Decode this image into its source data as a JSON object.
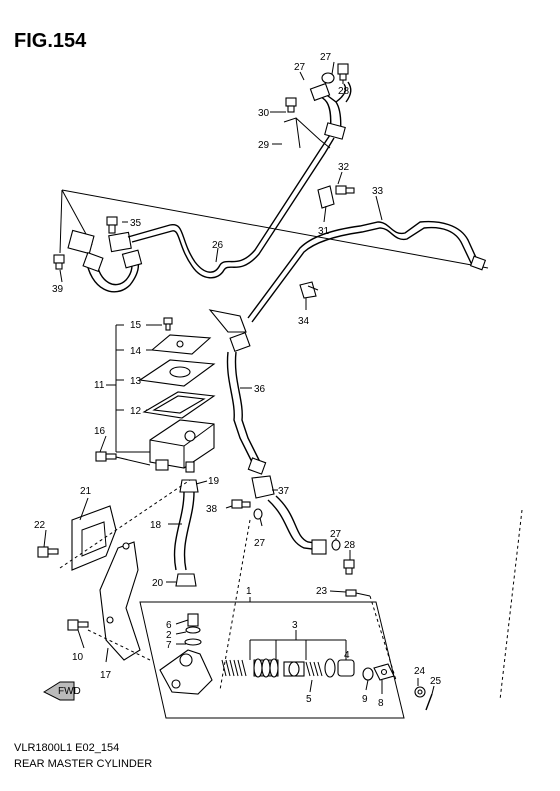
{
  "figure": {
    "title": "FIG.154",
    "model_code": "VLR1800L1 E02_154",
    "caption": "REAR MASTER CYLINDER",
    "fwd_label": "FWD"
  },
  "callouts": {
    "c1": "1",
    "c2": "2",
    "c3": "3",
    "c4": "4",
    "c5": "5",
    "c6": "6",
    "c7": "7",
    "c8": "8",
    "c9": "9",
    "c10": "10",
    "c11": "11",
    "c12": "12",
    "c13": "13",
    "c14": "14",
    "c15": "15",
    "c16": "16",
    "c17": "17",
    "c18": "18",
    "c19": "19",
    "c20": "20",
    "c21": "21",
    "c22": "22",
    "c23": "23",
    "c24": "24",
    "c25": "25",
    "c26": "26",
    "c27a": "27",
    "c27b": "27",
    "c27c": "27",
    "c28a": "28",
    "c28b": "28",
    "c29": "29",
    "c30": "30",
    "c31": "31",
    "c32": "32",
    "c33": "33",
    "c34": "34",
    "c35": "35",
    "c36": "36",
    "c37": "37",
    "c38": "38",
    "c39": "39"
  }
}
